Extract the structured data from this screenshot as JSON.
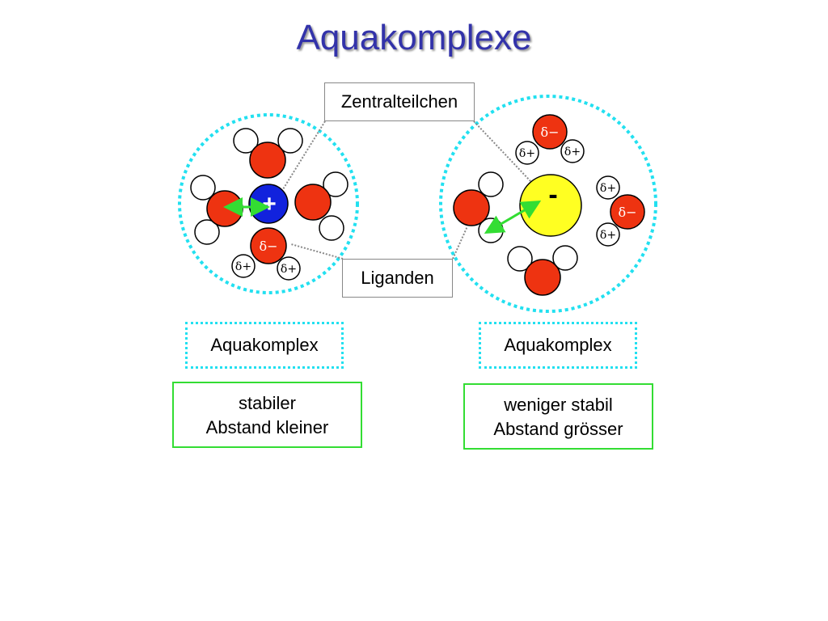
{
  "title": "Aquakomplexe",
  "labels": {
    "center_particle": "Zentralteilchen",
    "ligands": "Liganden"
  },
  "left_complex": {
    "central_charge": "+",
    "partial_negative": "δ−",
    "partial_positive": "δ+",
    "name": "Aquakomplex",
    "note_line1": "stabiler",
    "note_line2": "Abstand kleiner"
  },
  "right_complex": {
    "central_charge": "-",
    "partial_negative": "δ−",
    "partial_positive": "δ+",
    "name": "Aquakomplex",
    "note_line1": "weniger stabil",
    "note_line2": "Abstand grösser"
  },
  "colors": {
    "title": "#3333aa",
    "oxygen": "#ee3311",
    "cation": "#1122dd",
    "anion": "#ffff22",
    "boundary": "#22e0f0",
    "arrow": "#33dd33",
    "note_border": "#33dd33"
  }
}
